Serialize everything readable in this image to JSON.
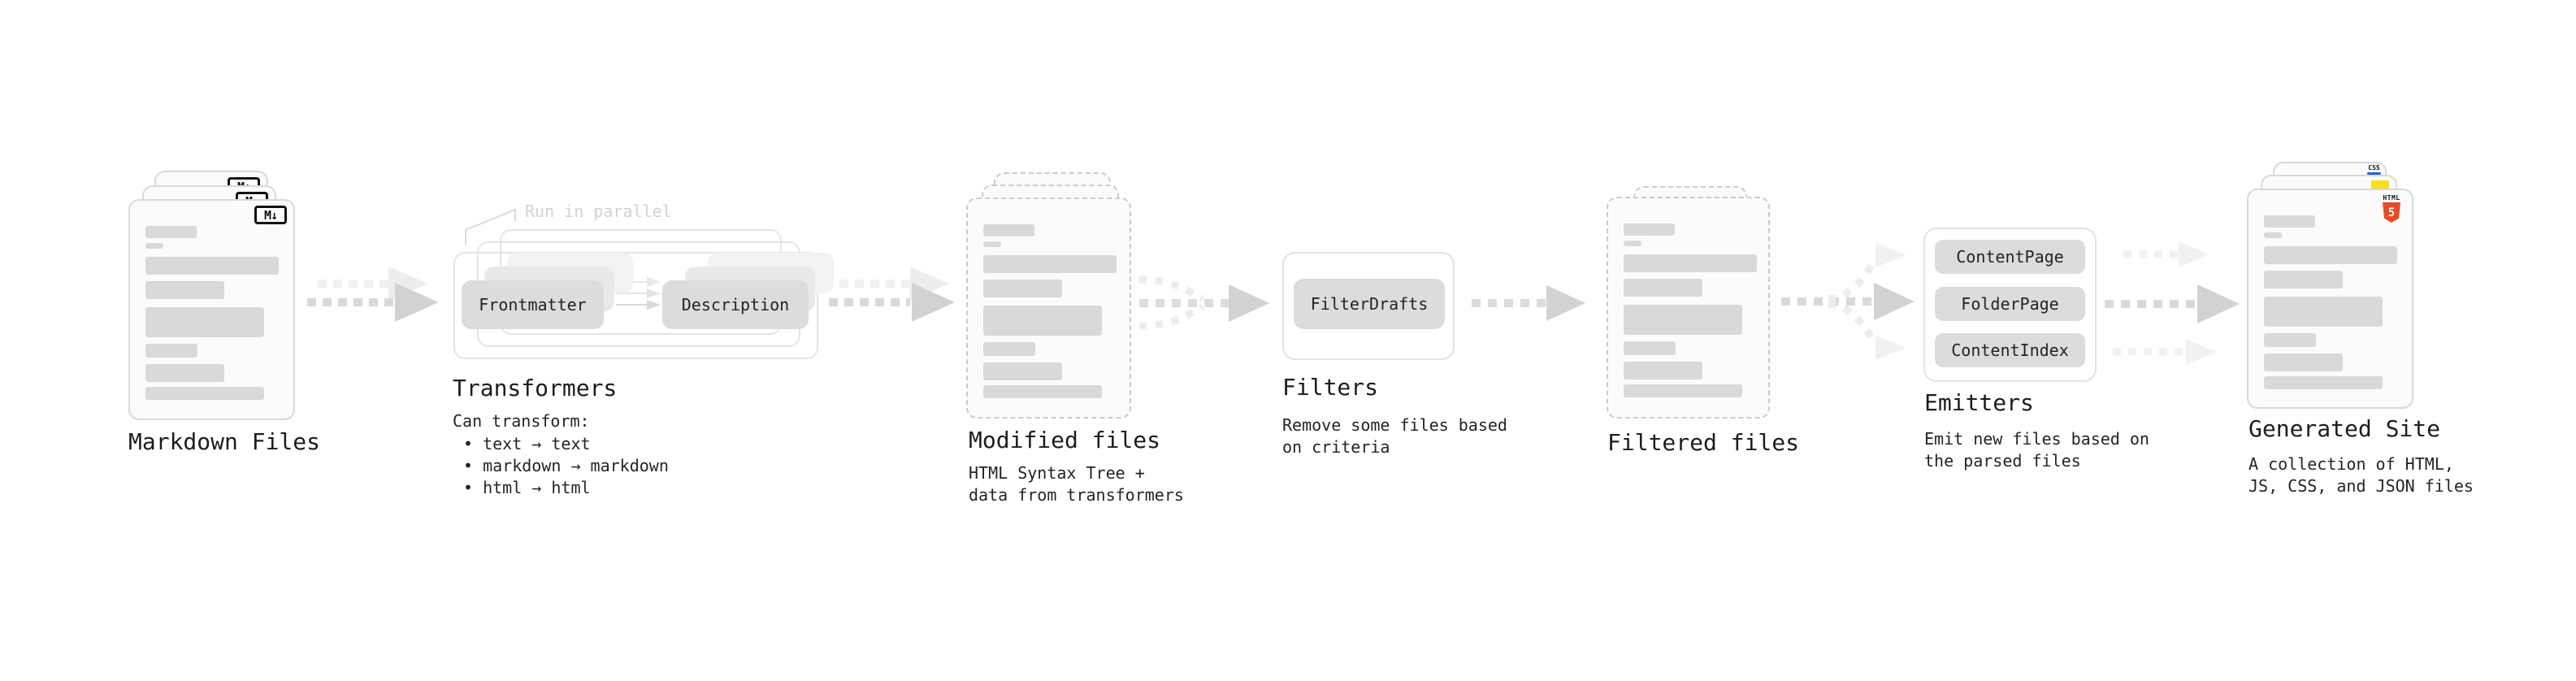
{
  "stages": {
    "markdown_files": {
      "label": "Markdown Files",
      "badge": "M↓"
    },
    "transformers": {
      "label": "Transformers",
      "annotation": "Run in parallel",
      "pill_input": "Frontmatter",
      "pill_output": "Description",
      "intro": "Can transform:",
      "bullets": [
        "text → text",
        "markdown → markdown",
        "html → html"
      ]
    },
    "modified_files": {
      "label": "Modified files",
      "desc1": "HTML Syntax Tree +",
      "desc2": "data from transformers"
    },
    "filters": {
      "label": "Filters",
      "pill": "FilterDrafts",
      "desc1": "Remove some files based",
      "desc2": "on criteria"
    },
    "filtered_files": {
      "label": "Filtered files"
    },
    "emitters": {
      "label": "Emitters",
      "pills": [
        "ContentPage",
        "FolderPage",
        "ContentIndex"
      ],
      "desc1": "Emit new files based on",
      "desc2": "the parsed files"
    },
    "generated_site": {
      "label": "Generated Site",
      "desc1": "A collection of HTML,",
      "desc2": "JS, CSS, and JSON files",
      "badges": {
        "css": "CSS",
        "html_label": "HTML",
        "html_number": "5"
      }
    }
  },
  "colors": {
    "html5_badge": "#e44d26",
    "css_underline": "#2760e5",
    "js_badge": "#f7df1e",
    "card_border": "#d9d9d9",
    "bar_gray": "#d9d9d9",
    "pill_gray": "#dcdcdc",
    "arrow_dark": "#d9d9d9",
    "arrow_light": "#f1f1f1",
    "annotation_gray": "#d2d2d2"
  }
}
